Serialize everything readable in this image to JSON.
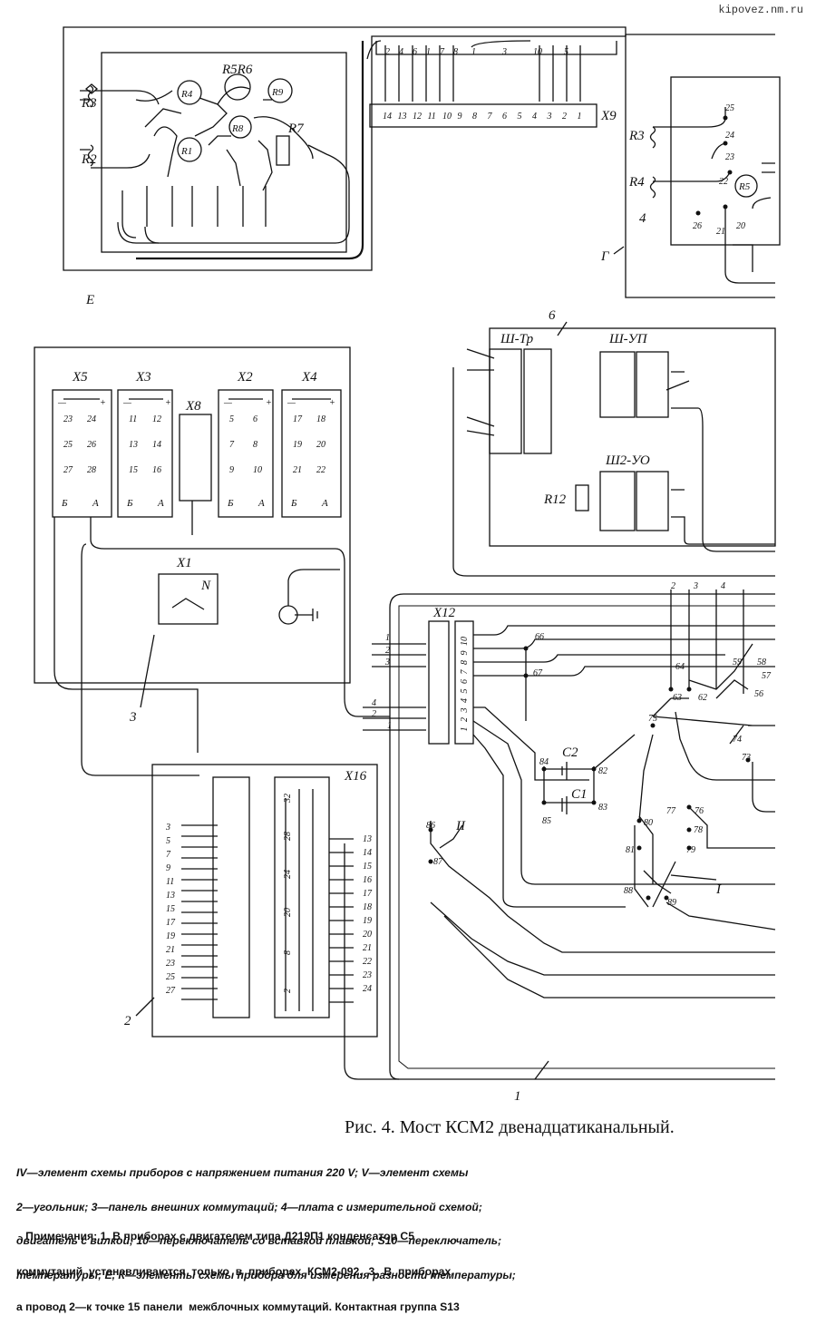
{
  "source_label": "kipovez.nm.ru",
  "caption": "Рис. 4. Мост КСМ2 двенадцатиканальный.",
  "description_lines": [
    "IV—элемент схемы приборов с напряжением питания 220 V; V—элемент схемы",
    "2—угольник; 3—панель внешних коммутаций; 4—плата с измерительной схемой;",
    "двигатель с вилкой; 10—переключатель со вставкой плавкой; S10—переключатель;",
    "температуры; Е, К—элементы схемы прибора для измерения разности температуры;"
  ],
  "notes_lines": [
    "   Примечания: 1. В приборах с двигателем типа Д219П1 конденсатор C5",
    "коммутаций  устанавливаются  только  в  приборах  КСМ2-092.  3.  В  приборах",
    "а провод 2—к точке 15 панели  межблочных коммутаций. Контактная группа S13"
  ],
  "block_labels": {
    "E": "Е",
    "G": "Г",
    "six": "6",
    "three": "3",
    "two": "2",
    "one": "1",
    "four": "4",
    "II": "II",
    "I": "I"
  },
  "components": {
    "R3": "R3",
    "R2": "R2",
    "R5R6": "R5R6",
    "R4": "R4",
    "R9": "R9",
    "R8": "R8",
    "R7": "R7",
    "R1": "R1",
    "R12": "R12",
    "C1": "C1",
    "C2": "C2",
    "R3b": "R3",
    "R4b": "R4",
    "R5b": "R5"
  },
  "connectors": {
    "X9": "X9",
    "X5": "X5",
    "X3": "X3",
    "X2": "X2",
    "X4": "X4",
    "X8": "X8",
    "X1": "X1",
    "N": "N",
    "X12": "X12",
    "X16": "X16",
    "ShTr": "Ш-Тр",
    "ShUP": "Ш-УП",
    "Sh2UO": "Ш2-УО"
  },
  "terminal_blocks": [
    {
      "name": "X5",
      "pins": [
        "23",
        "24",
        "25",
        "26",
        "27",
        "28"
      ],
      "bottom": [
        "Б",
        "А"
      ]
    },
    {
      "name": "X3",
      "pins": [
        "11",
        "12",
        "13",
        "14",
        "15",
        "16"
      ],
      "bottom": [
        "Б",
        "А"
      ]
    },
    {
      "name": "X2",
      "pins": [
        "5",
        "6",
        "7",
        "8",
        "9",
        "10"
      ],
      "bottom": [
        "Б",
        "А"
      ]
    },
    {
      "name": "X4",
      "pins": [
        "17",
        "18",
        "19",
        "20",
        "21",
        "22"
      ],
      "bottom": [
        "Б",
        "А"
      ]
    }
  ],
  "x9_pins": [
    "14",
    "13",
    "12",
    "11",
    "10",
    "9",
    "8",
    "7",
    "6",
    "5",
    "4",
    "3",
    "2",
    "1"
  ],
  "x9_top": [
    "2",
    "4",
    "6",
    "1",
    "7",
    "8",
    "1",
    "3",
    "10",
    "5"
  ],
  "x16_left": [
    "3",
    "5",
    "7",
    "9",
    "11",
    "13",
    "15",
    "17",
    "19",
    "21",
    "23",
    "25",
    "27"
  ],
  "x16_right": [
    "13",
    "14",
    "15",
    "16",
    "17",
    "18",
    "19",
    "20",
    "21",
    "22",
    "23",
    "24"
  ],
  "x16_mid": [
    "32",
    "28",
    "24",
    "20",
    "8",
    "2"
  ],
  "x12_pins": [
    "10",
    "9",
    "8",
    "7",
    "6",
    "5",
    "4",
    "3",
    "2",
    "1"
  ],
  "points": [
    "25",
    "24",
    "23",
    "22",
    "26",
    "21",
    "20",
    "66",
    "67",
    "63",
    "62",
    "64",
    "75",
    "74",
    "73",
    "84",
    "82",
    "85",
    "83",
    "86",
    "87",
    "80",
    "81",
    "77",
    "76",
    "78",
    "79",
    "88",
    "89",
    "59",
    "58",
    "57",
    "56"
  ],
  "wire_numbers": [
    "1",
    "2",
    "3",
    "4",
    "2",
    "1",
    "2",
    "3",
    "4"
  ]
}
